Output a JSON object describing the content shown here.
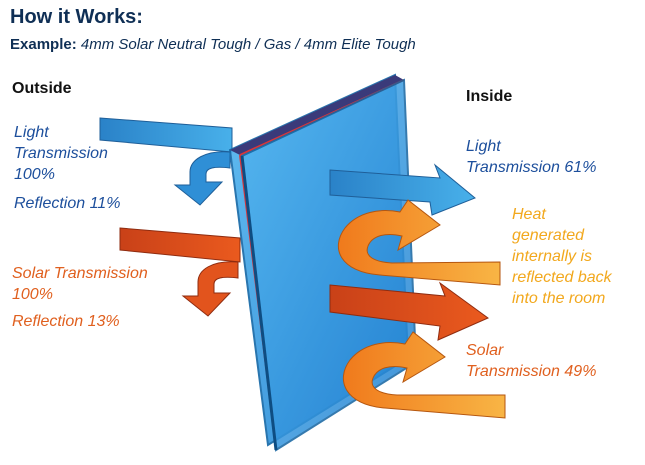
{
  "header": {
    "title": "How it Works:",
    "example_prefix": "Example:",
    "example_text": "4mm Solar Neutral Tough / Gas / 4mm Elite Tough"
  },
  "labels": {
    "outside": "Outside",
    "inside": "Inside",
    "light_in_1": "Light",
    "light_in_2": "Transmission",
    "light_in_3": "100%",
    "reflection_light": "Reflection 11%",
    "solar_in_1": "Solar Transmission",
    "solar_in_2": "100%",
    "reflection_solar": "Reflection 13%",
    "light_out_1": "Light",
    "light_out_2": "Transmission 61%",
    "heat_1": "Heat",
    "heat_2": "generated",
    "heat_3": "internally is",
    "heat_4": "reflected back",
    "heat_5": "into the room",
    "solar_out_1": "Solar",
    "solar_out_2": "Transmission 49%"
  },
  "colors": {
    "title_blue": "#0f2f55",
    "light_label": "#1d4f9c",
    "solar_label": "#e0601f",
    "heat_label": "#f2a81d",
    "glass": "#2f97df",
    "light_arrow": "#2f8fd6",
    "solar_arrow": "#e2541d",
    "heat_arrow": "#f4a030"
  }
}
